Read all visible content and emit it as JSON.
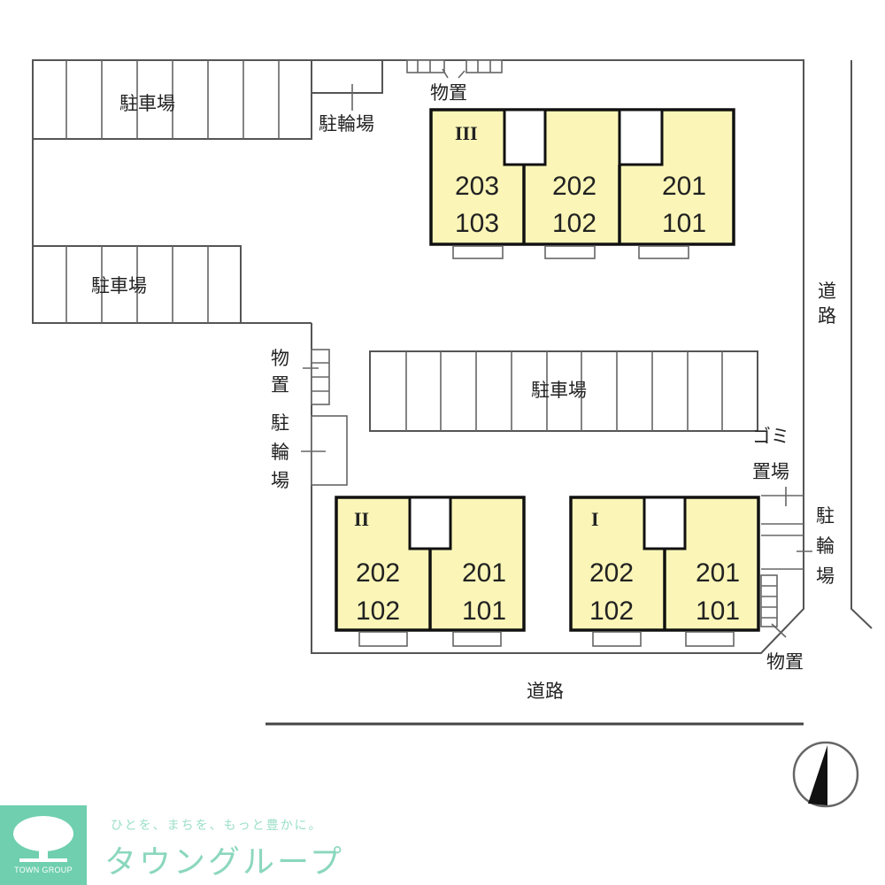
{
  "labels": {
    "parking": "駐車場",
    "bicycle_parking": "駐輪場",
    "storage": "物置",
    "garbage": "ゴミ置場",
    "road": "道路"
  },
  "buildings": [
    {
      "name": "III",
      "units": [
        {
          "upper": "203",
          "lower": "103"
        },
        {
          "upper": "202",
          "lower": "102"
        },
        {
          "upper": "201",
          "lower": "101"
        }
      ]
    },
    {
      "name": "II",
      "units": [
        {
          "upper": "202",
          "lower": "102"
        },
        {
          "upper": "201",
          "lower": "101"
        }
      ]
    },
    {
      "name": "I",
      "units": [
        {
          "upper": "202",
          "lower": "102"
        },
        {
          "upper": "201",
          "lower": "101"
        }
      ]
    }
  ],
  "vertical_labels": {
    "storage_left": [
      "物",
      "置"
    ],
    "bicycle_left": [
      "駐",
      "輪",
      "場"
    ],
    "bicycle_right": [
      "駐",
      "輪",
      "場"
    ],
    "road_right": [
      "道",
      "路"
    ],
    "garbage_top": "ゴミ",
    "garbage_bottom": "置場"
  },
  "compass": {
    "icon": "north-arrow-icon"
  },
  "logo": {
    "tagline": "ひとを、まちを、もっと豊かに。",
    "brand": "タウングループ",
    "mark_text": "TOWN GROUP"
  },
  "colors": {
    "building_fill": "#fbf6b8",
    "logo_green": "#6fcfaf"
  }
}
